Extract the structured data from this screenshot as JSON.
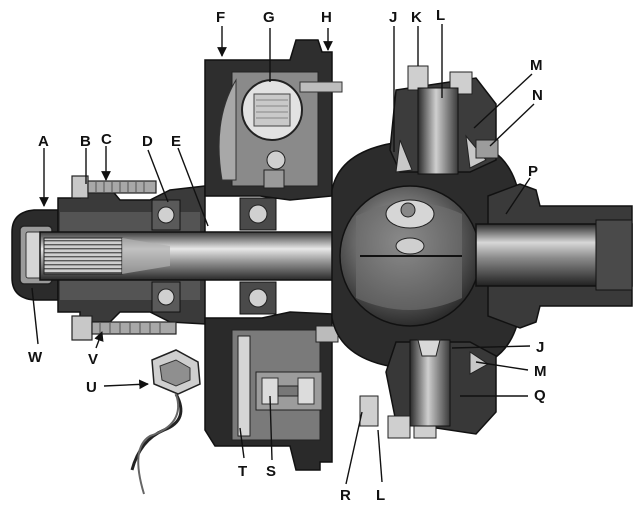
{
  "figure": {
    "callouts": [
      "A",
      "B",
      "C",
      "D",
      "E",
      "F",
      "G",
      "H",
      "J",
      "K",
      "L",
      "M",
      "N",
      "P",
      "W",
      "V",
      "U",
      "T",
      "S",
      "R",
      "L",
      "Q",
      "M",
      "J"
    ]
  },
  "colors": {
    "ink": "#111111",
    "metal_dark": "#1c1c1c",
    "metal_mid": "#6e6e6e",
    "metal_light": "#b9b9b9",
    "metal_highlight": "#e6e6e6",
    "paper": "#ffffff"
  }
}
